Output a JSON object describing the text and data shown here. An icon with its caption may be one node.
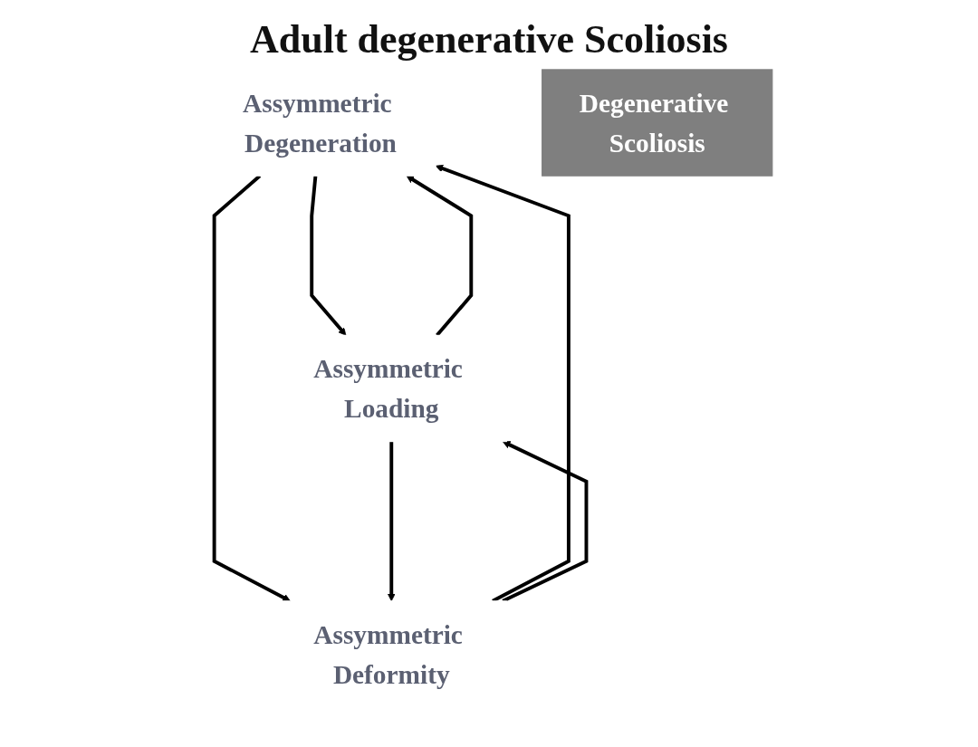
{
  "diagram": {
    "title": "Adult degenerative Scoliosis",
    "nodes": [
      {
        "text": [
          "Assymmetric Degeneration"
        ]
      },
      {
        "text": [
          "Assymmetric Loading"
        ]
      },
      {
        "text": [
          "Degenerative Scoliosis"
        ]
      },
      {
        "text": [
          "Assymmetric Deformity"
        ]
      }
    ],
    "edges": [
      {
        "from": 0,
        "to": 1,
        "arrow": "to"
      },
      {
        "from": 1,
        "to": 0,
        "arrow": "to"
      },
      {
        "from": 0,
        "to": 3,
        "arrow": "to"
      },
      {
        "from": 3,
        "to": 0,
        "arrow": "to"
      },
      {
        "from": 1,
        "to": 3,
        "arrow": "to"
      },
      {
        "from": 3,
        "to": 1,
        "arrow": "to"
      }
    ]
  }
}
